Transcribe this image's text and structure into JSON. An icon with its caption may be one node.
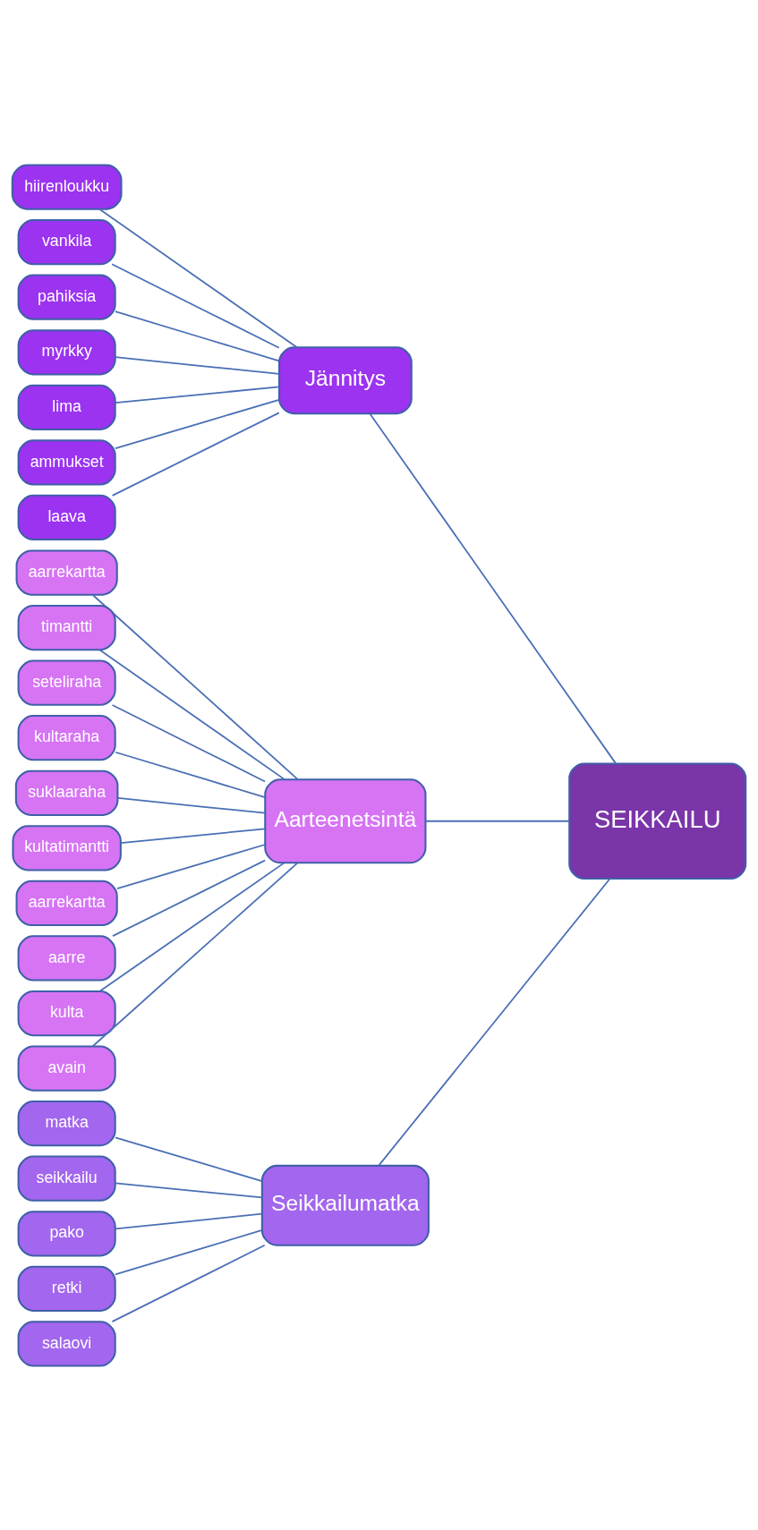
{
  "diagram": {
    "nodes": [
      {
        "text": [
          "SEIKKAILU"
        ]
      },
      {
        "text": [
          "Jännitys"
        ]
      },
      {
        "text": [
          "hiirenloukku"
        ]
      },
      {
        "text": [
          "vankila"
        ]
      },
      {
        "text": [
          "pahiksia"
        ]
      },
      {
        "text": [
          "myrkky"
        ]
      },
      {
        "text": [
          "lima"
        ]
      },
      {
        "text": [
          "ammukset"
        ]
      },
      {
        "text": [
          "laava"
        ]
      },
      {
        "text": [
          "Aarteenetsintä"
        ]
      },
      {
        "text": [
          "aarrekartta"
        ]
      },
      {
        "text": [
          "timantti"
        ]
      },
      {
        "text": [
          "seteliraha"
        ]
      },
      {
        "text": [
          "kultaraha"
        ]
      },
      {
        "text": [
          "suklaaraha"
        ]
      },
      {
        "text": [
          "kultatimantti"
        ]
      },
      {
        "text": [
          "aarrekartta"
        ]
      },
      {
        "text": [
          "aarre"
        ]
      },
      {
        "text": [
          "kulta"
        ]
      },
      {
        "text": [
          "avain"
        ]
      },
      {
        "text": [
          "Seikkailumatka"
        ]
      },
      {
        "text": [
          "matka"
        ]
      },
      {
        "text": [
          "seikkailu"
        ]
      },
      {
        "text": [
          "pako"
        ]
      },
      {
        "text": [
          "retki"
        ]
      },
      {
        "text": [
          "salaovi"
        ]
      }
    ],
    "edges": [
      {
        "from": 0,
        "to": 1,
        "arrow": "none"
      },
      {
        "from": 1,
        "to": 2,
        "arrow": "none"
      },
      {
        "from": 1,
        "to": 3,
        "arrow": "none"
      },
      {
        "from": 1,
        "to": 4,
        "arrow": "none"
      },
      {
        "from": 1,
        "to": 5,
        "arrow": "none"
      },
      {
        "from": 1,
        "to": 6,
        "arrow": "none"
      },
      {
        "from": 1,
        "to": 7,
        "arrow": "none"
      },
      {
        "from": 1,
        "to": 8,
        "arrow": "none"
      },
      {
        "from": 0,
        "to": 9,
        "arrow": "none"
      },
      {
        "from": 9,
        "to": 10,
        "arrow": "none"
      },
      {
        "from": 9,
        "to": 11,
        "arrow": "none"
      },
      {
        "from": 9,
        "to": 12,
        "arrow": "none"
      },
      {
        "from": 9,
        "to": 13,
        "arrow": "none"
      },
      {
        "from": 9,
        "to": 14,
        "arrow": "none"
      },
      {
        "from": 9,
        "to": 15,
        "arrow": "none"
      },
      {
        "from": 9,
        "to": 16,
        "arrow": "none"
      },
      {
        "from": 9,
        "to": 17,
        "arrow": "none"
      },
      {
        "from": 9,
        "to": 18,
        "arrow": "none"
      },
      {
        "from": 9,
        "to": 19,
        "arrow": "none"
      },
      {
        "from": 0,
        "to": 20,
        "arrow": "none"
      },
      {
        "from": 20,
        "to": 21,
        "arrow": "none"
      },
      {
        "from": 20,
        "to": 22,
        "arrow": "none"
      },
      {
        "from": 20,
        "to": 23,
        "arrow": "none"
      },
      {
        "from": 20,
        "to": 24,
        "arrow": "none"
      },
      {
        "from": 20,
        "to": 25,
        "arrow": "none"
      }
    ]
  }
}
